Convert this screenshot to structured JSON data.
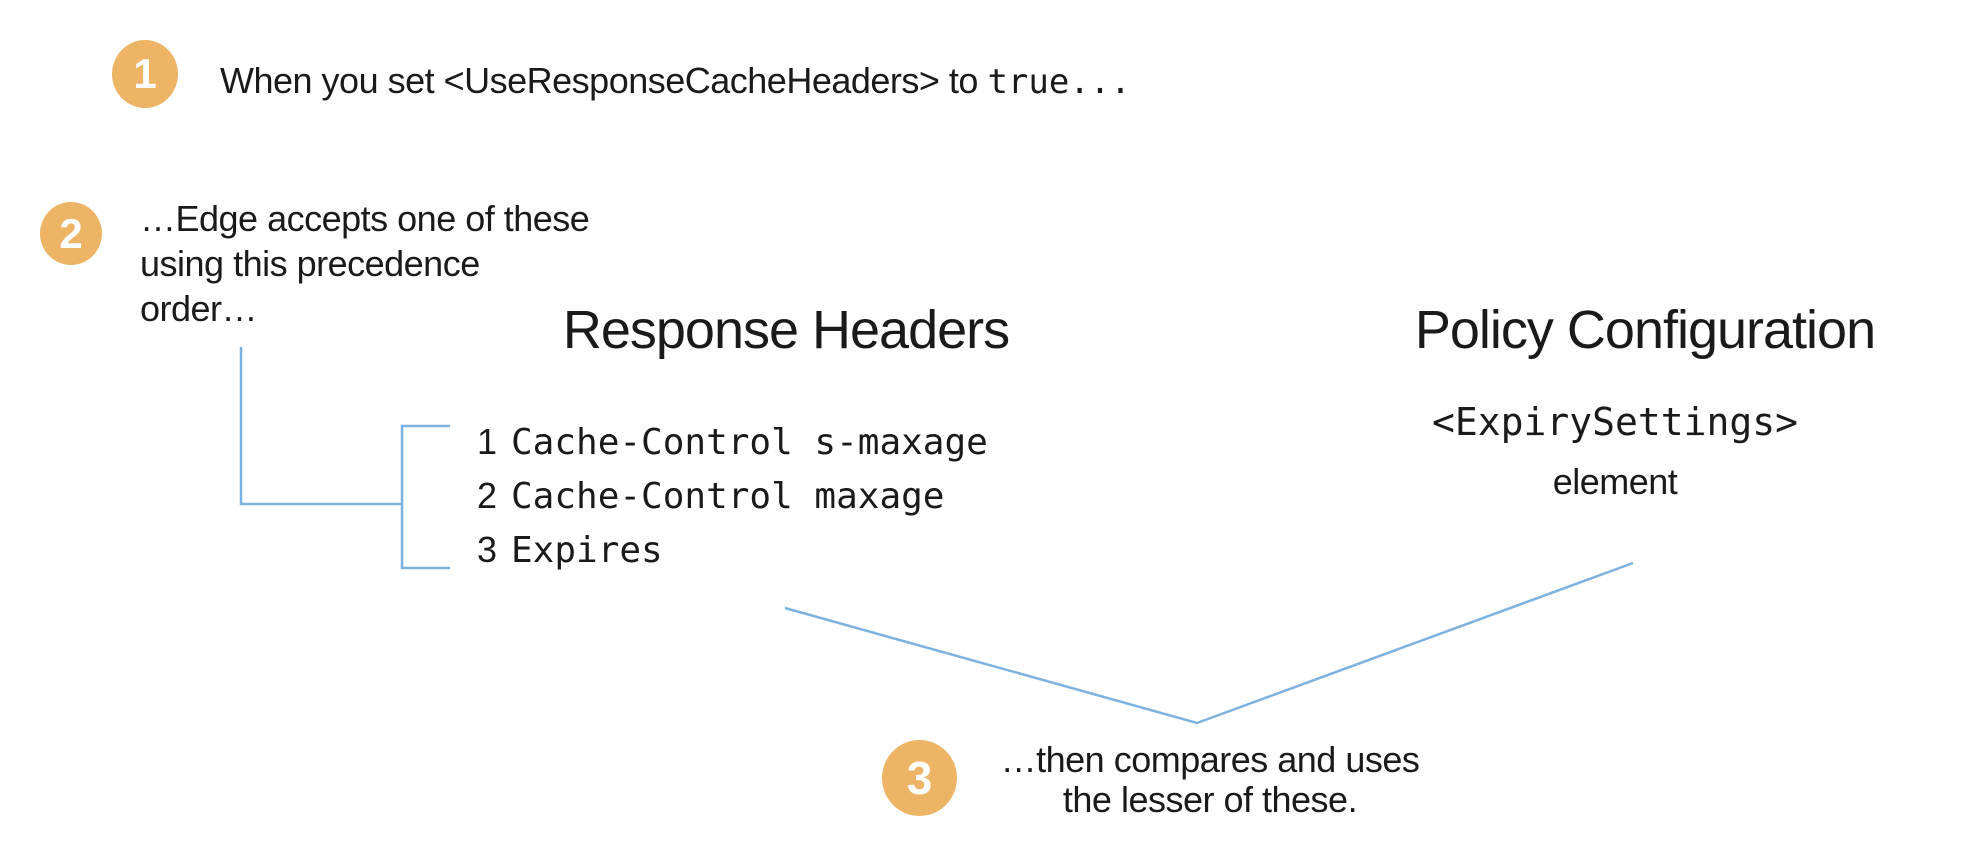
{
  "colors": {
    "background": "#ffffff",
    "badge_orange": "#edb466",
    "connector_blue": "#7cb2df",
    "text": "#1a1a1a",
    "badge_number_white": "#ffffff"
  },
  "steps": {
    "step1": {
      "number": "1",
      "text": "When you set <UseResponseCacheHeaders> to ",
      "code": "true..."
    },
    "step2": {
      "number": "2",
      "line1": "…Edge accepts one of these",
      "line2": "using this precedence",
      "line3": "order…"
    },
    "step3": {
      "number": "3",
      "line1": "…then compares and uses",
      "line2": "the lesser of these."
    }
  },
  "response_headers": {
    "title": "Response Headers",
    "items": [
      {
        "rank": "1",
        "value": "Cache-Control s-maxage"
      },
      {
        "rank": "2",
        "value": "Cache-Control maxage"
      },
      {
        "rank": "3",
        "value": "Expires"
      }
    ]
  },
  "policy_configuration": {
    "title": "Policy Configuration",
    "code": "<ExpirySettings>",
    "label": "element"
  }
}
